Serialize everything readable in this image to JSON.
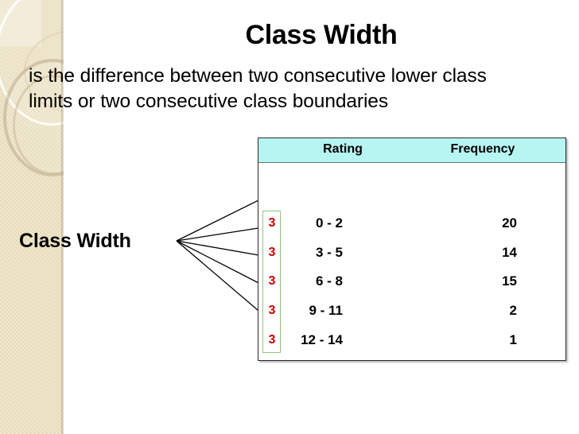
{
  "slide": {
    "title": "Class Width",
    "body_lines": [
      "is the difference between two consecutive lower class",
      "limits or two consecutive class boundaries"
    ],
    "callout_label": "Class Width"
  },
  "table": {
    "columns": [
      "Rating",
      "Frequency"
    ],
    "rows": [
      {
        "width": "3",
        "rating": "0 - 2",
        "frequency": "20"
      },
      {
        "width": "3",
        "rating": "3 - 5",
        "frequency": "14"
      },
      {
        "width": "3",
        "rating": "6 - 8",
        "frequency": "15"
      },
      {
        "width": "3",
        "rating": "9 - 11",
        "frequency": "2"
      },
      {
        "width": "3",
        "rating": "12 - 14",
        "frequency": "1"
      }
    ]
  },
  "colors": {
    "sidebar": "#eadfbe",
    "header_fill": "#b6f5f2",
    "class_width_text": "#cc0000",
    "highlight_border": "#93c47d",
    "table_border": "#2b2b2b",
    "text": "#000000"
  }
}
